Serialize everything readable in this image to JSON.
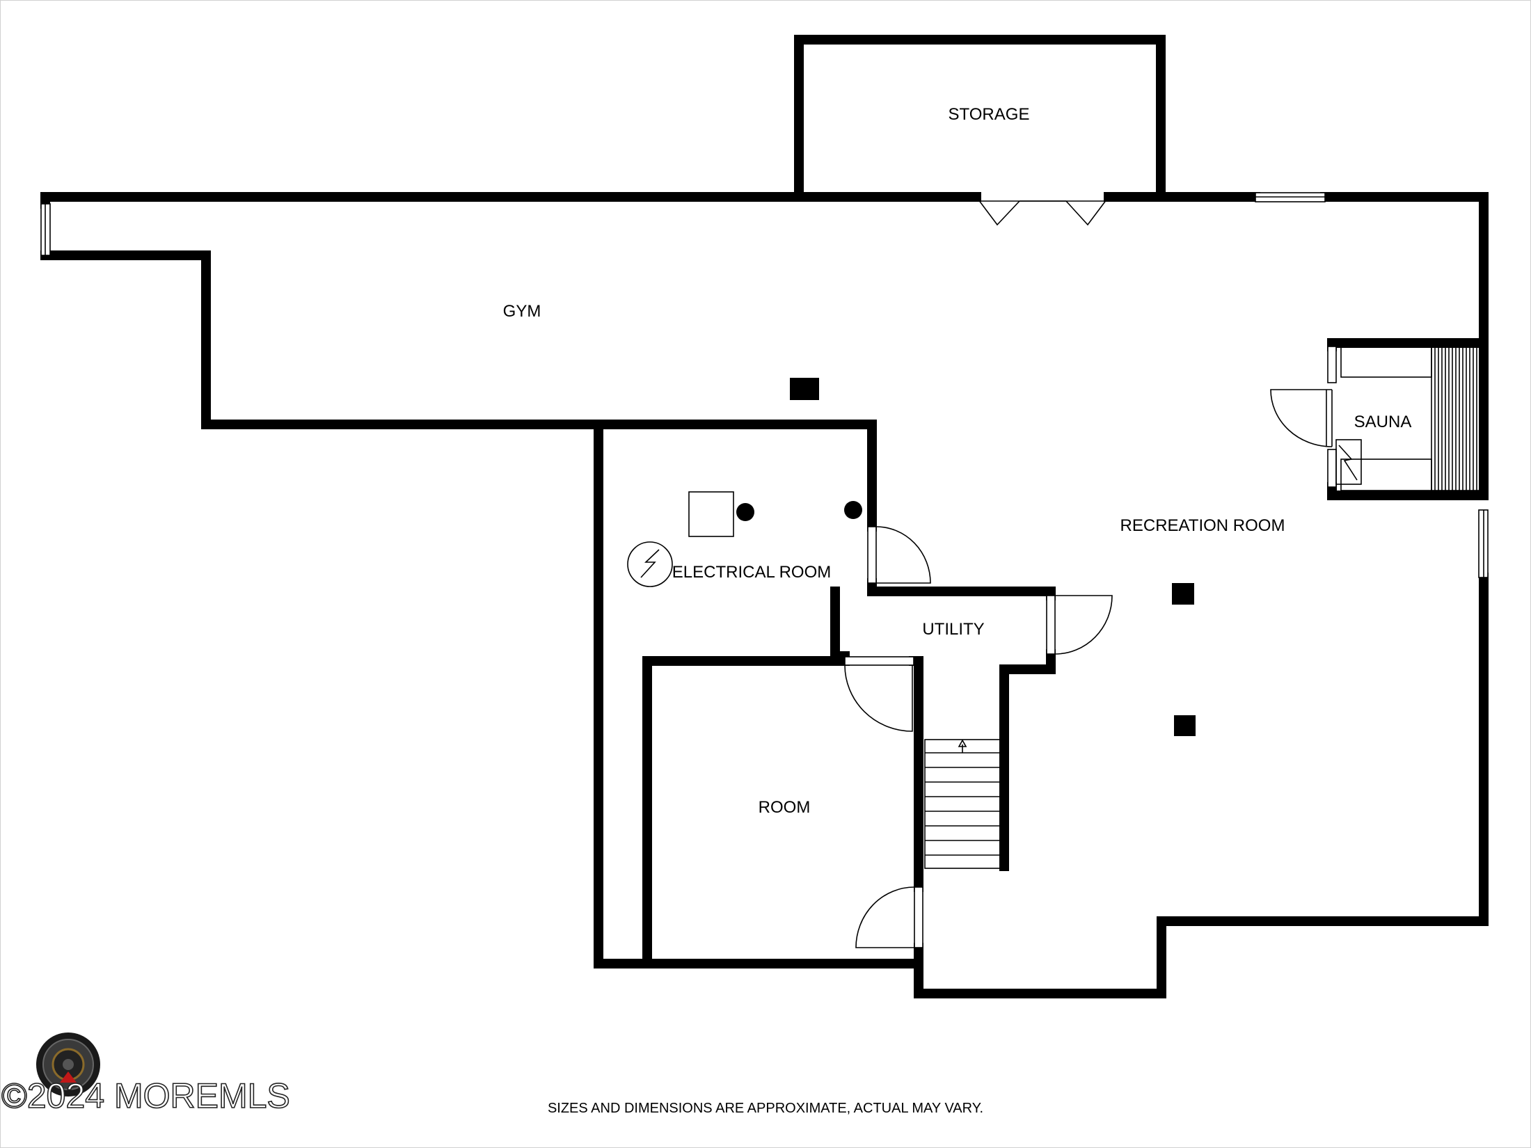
{
  "rooms": {
    "storage": "STORAGE",
    "gym": "GYM",
    "sauna": "SAUNA",
    "recreation": "RECREATION ROOM",
    "electrical": "ELECTRICAL ROOM",
    "utility": "UTILITY",
    "room": "ROOM"
  },
  "footer": {
    "disclaimer": "SIZES AND DIMENSIONS ARE APPROXIMATE, ACTUAL MAY VARY.",
    "copyright": "©2024 MOREMLS"
  },
  "colors": {
    "wall": "#000000",
    "background": "#ffffff"
  }
}
